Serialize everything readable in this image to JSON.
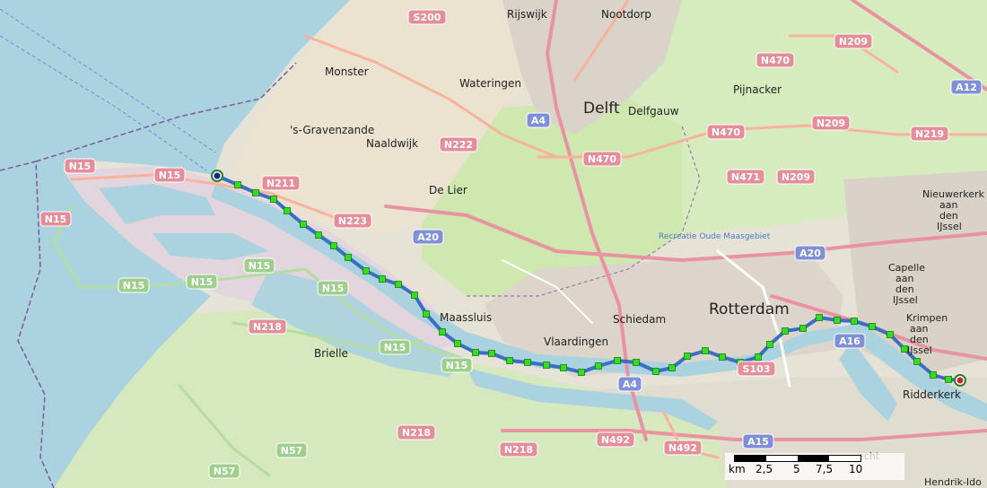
{
  "places": {
    "rijswijk": "Rijswijk",
    "nootdorp": "Nootdorp",
    "monster": "Monster",
    "wateringen": "Wateringen",
    "pijnacker": "Pijnacker",
    "delft": "Delft",
    "delfgauw": "Delfgauw",
    "gravenzande": "'s-Gravenzande",
    "naaldwijk": "Naaldwijk",
    "delier": "De Lier",
    "maassluis": "Maassluis",
    "schiedam": "Schiedam",
    "rotterdam": "Rotterdam",
    "vlaardingen": "Vlaardingen",
    "brielle": "Brielle",
    "ridderkerk": "Ridderkerk",
    "hendrik": "Hendrik-Ido",
    "nieuwerkerk": [
      "Nieuwerkerk",
      "aan",
      "den",
      "IJssel"
    ],
    "capelle": [
      "Capelle",
      "aan",
      "den",
      "IJssel"
    ],
    "krimpen": [
      "Krimpen",
      "aan",
      "den",
      "IJssel"
    ],
    "park": "Recreatie Oude Maasgebiet",
    "echt": "echt"
  },
  "shields": {
    "s200": "S200",
    "n470a": "N470",
    "n209a": "N209",
    "a12": "A12",
    "a4a": "A4",
    "n222": "N222",
    "n470b": "N470",
    "n470c": "N470",
    "n209b": "N209",
    "n219": "N219",
    "n15a": "N15",
    "n15b": "N15",
    "n211": "N211",
    "n471": "N471",
    "n209c": "N209",
    "n15c": "N15",
    "n223": "N223",
    "a20a": "A20",
    "a20b": "A20",
    "n15d": "N15",
    "n15e": "N15",
    "n15f": "N15",
    "n15g": "N15",
    "n218a": "N218",
    "n15h": "N15",
    "a16": "A16",
    "n15i": "N15",
    "a4b": "A4",
    "s103": "S103",
    "n218b": "N218",
    "n218c": "N218",
    "n492a": "N492",
    "n492b": "N492",
    "a15": "A15",
    "n57a": "N57",
    "n57b": "N57"
  },
  "scale": {
    "unit": "km",
    "ticks": [
      "2,5",
      "5",
      "7,5",
      "10"
    ]
  },
  "route": {
    "start_color": "#1a237e",
    "end_color": "#c62828",
    "line_color": "#3a6fc4",
    "waypoint_color": "#33dd22"
  }
}
